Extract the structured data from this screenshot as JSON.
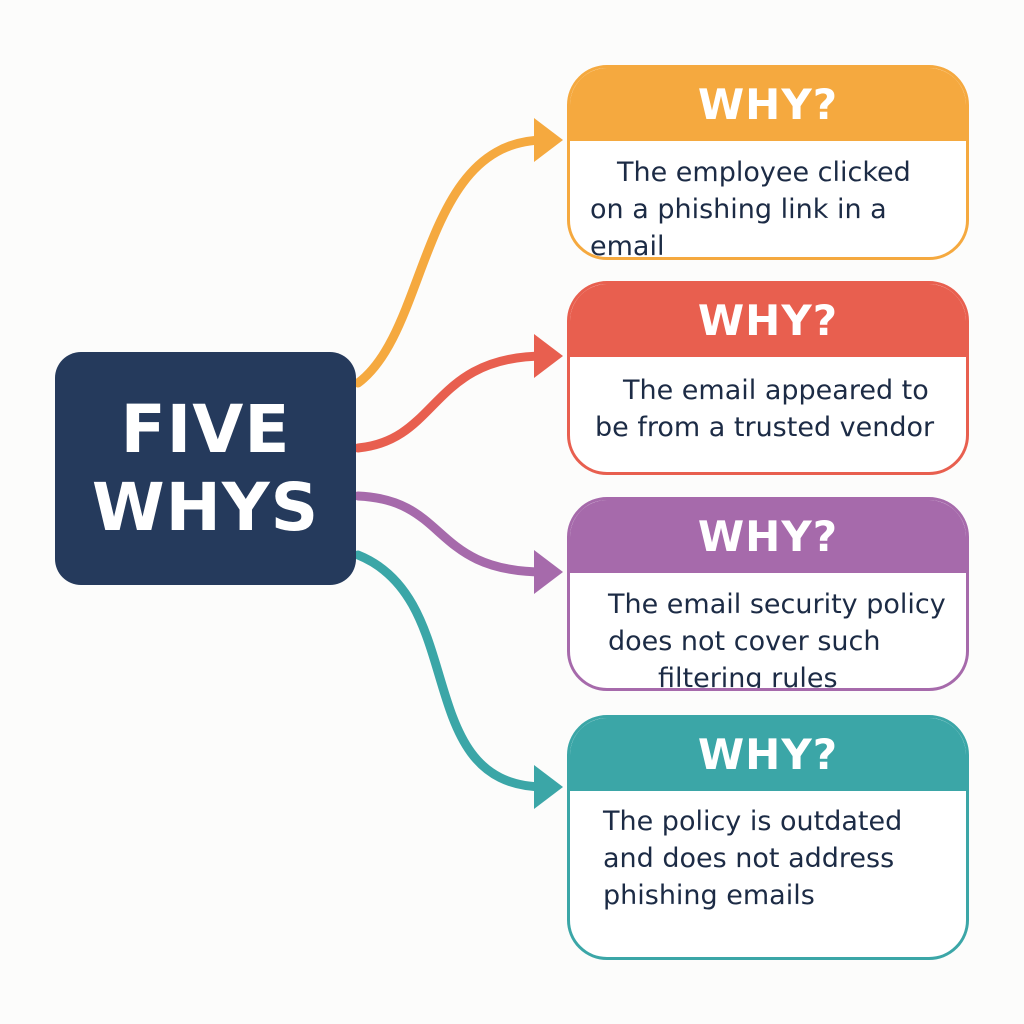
{
  "title": {
    "line1": "FIVE",
    "line2": "WHYS"
  },
  "colors": {
    "center": "#253a5c",
    "why1": "#f5a93f",
    "why2": "#e85f4f",
    "why3": "#a66aab",
    "why4": "#3ba6a7",
    "text": "#1c2b45"
  },
  "whys": [
    {
      "header": "WHY?",
      "lines": [
        "The employee clicked",
        "on a phishing link in a email"
      ]
    },
    {
      "header": "WHY?",
      "lines": [
        "The email appeared to",
        "be from a trusted vendor"
      ]
    },
    {
      "header": "WHY?",
      "lines": [
        "The email security policy",
        "does not cover such",
        "filtering rules"
      ]
    },
    {
      "header": "WHY?",
      "lines": [
        "The policy is outdated",
        "and does not address",
        "phishing emails"
      ]
    }
  ]
}
